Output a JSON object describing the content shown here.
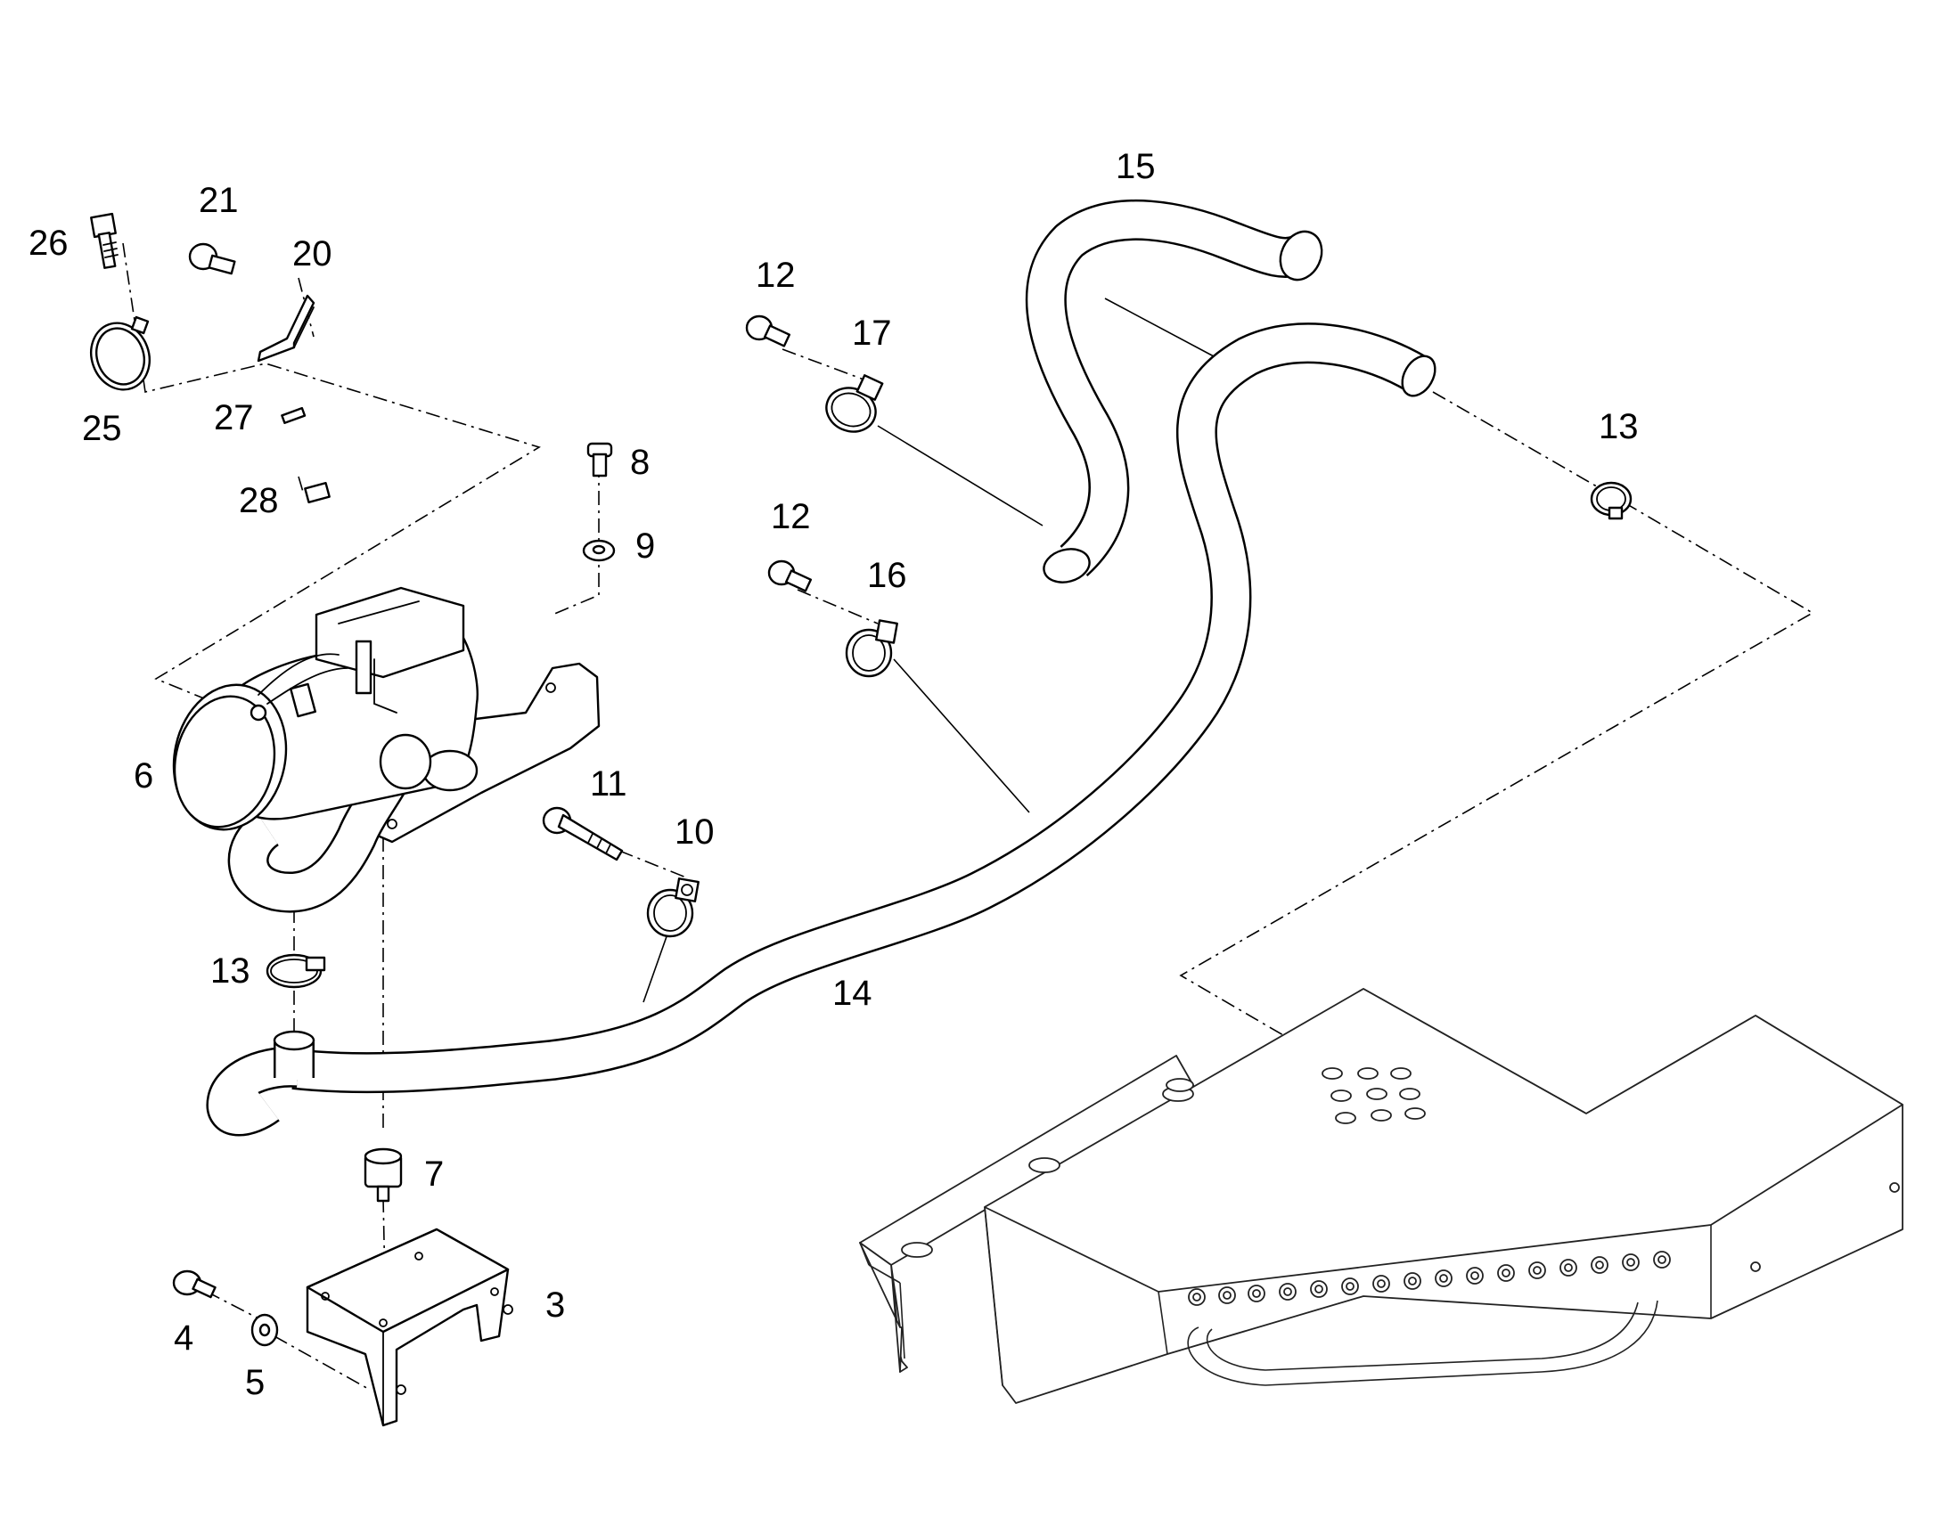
{
  "diagram": {
    "callouts": [
      {
        "id": "c26",
        "text": "26"
      },
      {
        "id": "c21",
        "text": "21"
      },
      {
        "id": "c20",
        "text": "20"
      },
      {
        "id": "c25",
        "text": "25"
      },
      {
        "id": "c27",
        "text": "27"
      },
      {
        "id": "c28",
        "text": "28"
      },
      {
        "id": "c8",
        "text": "8"
      },
      {
        "id": "c9",
        "text": "9"
      },
      {
        "id": "c6",
        "text": "6"
      },
      {
        "id": "c11",
        "text": "11"
      },
      {
        "id": "c10",
        "text": "10"
      },
      {
        "id": "c13a",
        "text": "13"
      },
      {
        "id": "c7",
        "text": "7"
      },
      {
        "id": "c4",
        "text": "4"
      },
      {
        "id": "c5",
        "text": "5"
      },
      {
        "id": "c3",
        "text": "3"
      },
      {
        "id": "c12a",
        "text": "12"
      },
      {
        "id": "c17",
        "text": "17"
      },
      {
        "id": "c12b",
        "text": "12"
      },
      {
        "id": "c16",
        "text": "16"
      },
      {
        "id": "c15",
        "text": "15"
      },
      {
        "id": "c13b",
        "text": "13"
      },
      {
        "id": "c14",
        "text": "14"
      }
    ]
  }
}
